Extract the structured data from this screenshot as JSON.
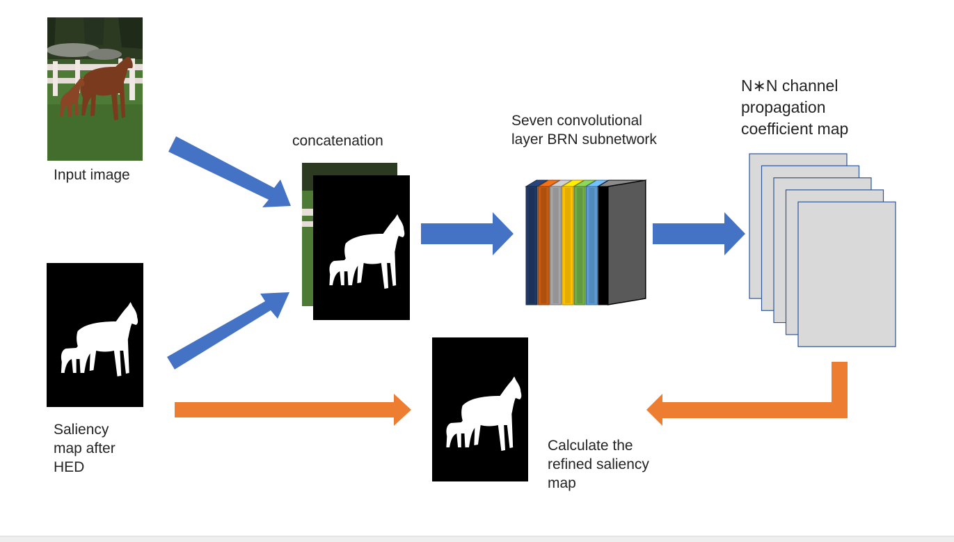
{
  "labels": {
    "input_image": "Input image",
    "saliency_map": "Saliency\nmap after\nHED",
    "concatenation": "concatenation",
    "subnetwork": "Seven convolutional\nlayer BRN subnetwork",
    "coefficient_map": "N∗N channel\npropagation\ncoefficient map",
    "refined": "Calculate the\nrefined saliency\nmap"
  },
  "colors": {
    "blue_arrow": "#4472c4",
    "orange_arrow": "#ed7d31",
    "layers": [
      "#203864",
      "#c55a11",
      "#a6a6a6",
      "#ffc000",
      "#70ad47",
      "#5b9bd5",
      "#000000"
    ],
    "coeff_sheet_fill": "#d9d9d9",
    "coeff_sheet_border": "#2f5597"
  }
}
